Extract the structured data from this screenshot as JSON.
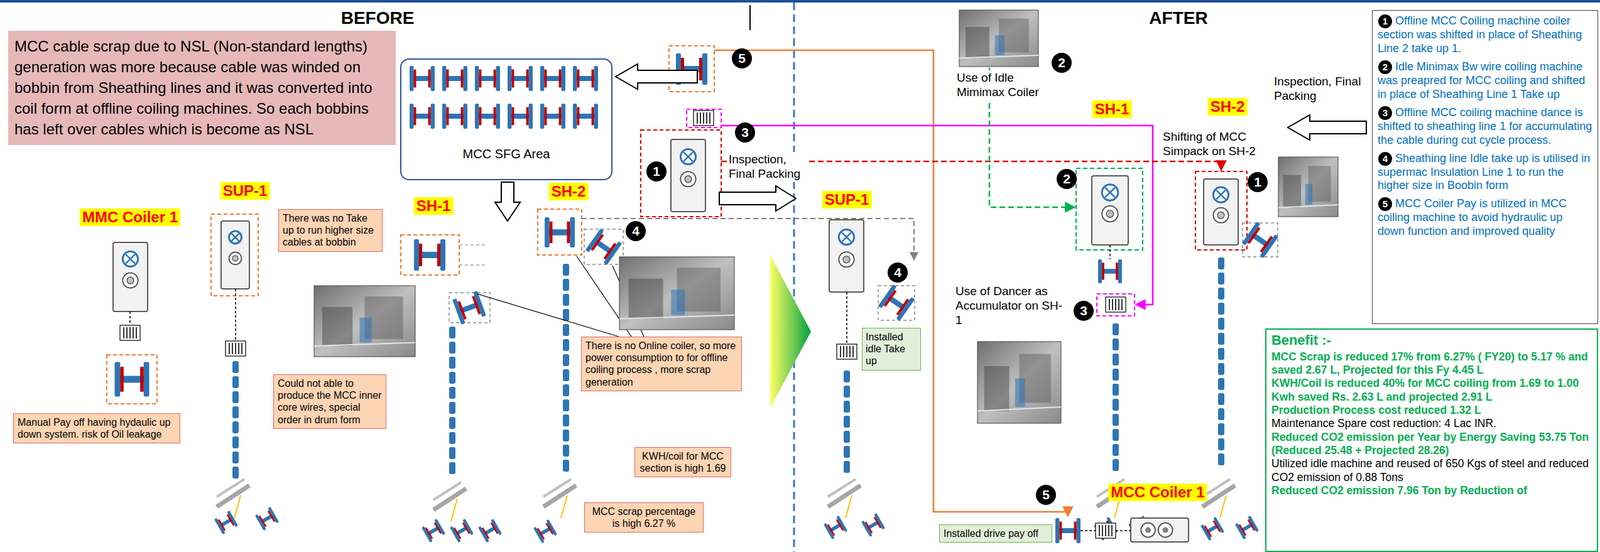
{
  "diagram": {
    "nodes": [
      {
        "text": [
          "MCC cable scrap due to NSL (Non-standard lengths) generation was more because cable was winded on bobbin from Sheathing lines and it was converted into coil form at offline coiling machines. So each bobbins has left over cables which is become as NSL"
        ]
      },
      {
        "text": [
          "MCC SFG Area"
        ]
      },
      {
        "text": [
          "There was no Take up to run higher size cables at bobbin"
        ]
      },
      {
        "text": [
          "Could not able to produce the MCC inner core wires, special order in drum form"
        ]
      },
      {
        "text": [
          "Manual Pay off having hydaulic up down system. risk of Oil leakage"
        ]
      },
      {
        "text": [
          "There is no Online coiler, so more power consumption to for offline coiling process , more scrap generation"
        ]
      },
      {
        "text": [
          "KWH/coil for MCC section is high 1.69"
        ]
      },
      {
        "text": [
          "MCC scrap percentage is high 6.27 %"
        ]
      },
      {
        "text": [
          "Offline MCC Coiling machine coiler section was shifted in place of Sheathing Line 2 take up 1.",
          "Idle Minimax Bw wire coiling machine was preapred for MCC coiling and shifted in place of Sheathing Line 1 Take up",
          "Offline MCC coiling machine dance is shifted to sheathing line 1 for accumulating the cable during cut cycle process.",
          "Sheathing line Idle take up is utilised in supermac Insulation Line 1 to run the higher size in Boobin form",
          "MCC Coiler Pay is utilized in MCC coiling machine to avoid hydraulic up down function and improved quality"
        ]
      },
      {
        "text": [
          "Installed idle Take up"
        ]
      },
      {
        "text": [
          "Benefit :-",
          "MCC Scrap is reduced 17% from 6.27% ( FY20) to 5.17 % and saved 2.67 L, Projected for this Fy 4.45 L",
          "KWH/Coil is reduced 40% for MCC coiling from 1.69 to 1.00 Kwh saved Rs. 2.63 L and projected 2.91 L",
          "Production Process cost reduced 1.32 L",
          "Maintenance Spare cost reduction: 4 Lac INR.",
          "Reduced CO2 emission per Year by Energy Saving 53.75 Ton (Reduced 25.48 + Projected 28.26)",
          "Utilized idle machine and reused of 650 Kgs of steel and reduced CO2 emission of 0.88 Tons",
          "Reduced CO2 emission 7.96 Ton by Reduction of"
        ]
      },
      {
        "text": [
          "Installed drive pay off"
        ]
      }
    ],
    "labels": [
      "BEFORE",
      "AFTER",
      "5",
      "3",
      "1",
      "Inspection, Final Packing",
      "MMC Coiler 1",
      "SUP-1",
      "SH-1",
      "SH-2",
      "4",
      "SUP-1",
      "4",
      "Use of Idle Mimimax Coiler",
      "2",
      "SH-1",
      "SH-2",
      "Inspection, Final Packing",
      "Shifting of MCC Simpack on SH-2",
      "2",
      "1",
      "Use of Dancer as Accumulator on SH-1",
      "3",
      "5",
      "MCC Coiler 1",
      "1",
      "2",
      "3",
      "4",
      "5"
    ]
  }
}
